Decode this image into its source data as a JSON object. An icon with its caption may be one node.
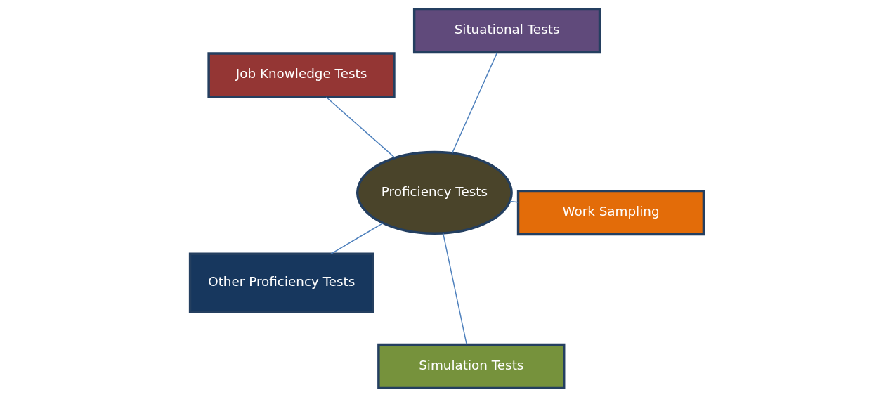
{
  "diagram": {
    "nodes": [
      {
        "text": [
          "Job Knowledge Tests"
        ]
      },
      {
        "text": [
          "Work Sampling"
        ]
      },
      {
        "text": [
          "Simulation Tests"
        ]
      },
      {
        "text": [
          "Proficiency Tests"
        ]
      },
      {
        "text": [
          "Situational Tests"
        ]
      },
      {
        "text": [
          "Other Proficiency Tests"
        ]
      }
    ],
    "edges": [
      {
        "from": 3,
        "to": 0,
        "arrow": "none"
      },
      {
        "from": 3,
        "to": 1,
        "arrow": "none"
      },
      {
        "from": 3,
        "to": 2,
        "arrow": "none"
      },
      {
        "from": 3,
        "to": 4,
        "arrow": "none"
      },
      {
        "from": 3,
        "to": 5,
        "arrow": "none"
      }
    ]
  }
}
